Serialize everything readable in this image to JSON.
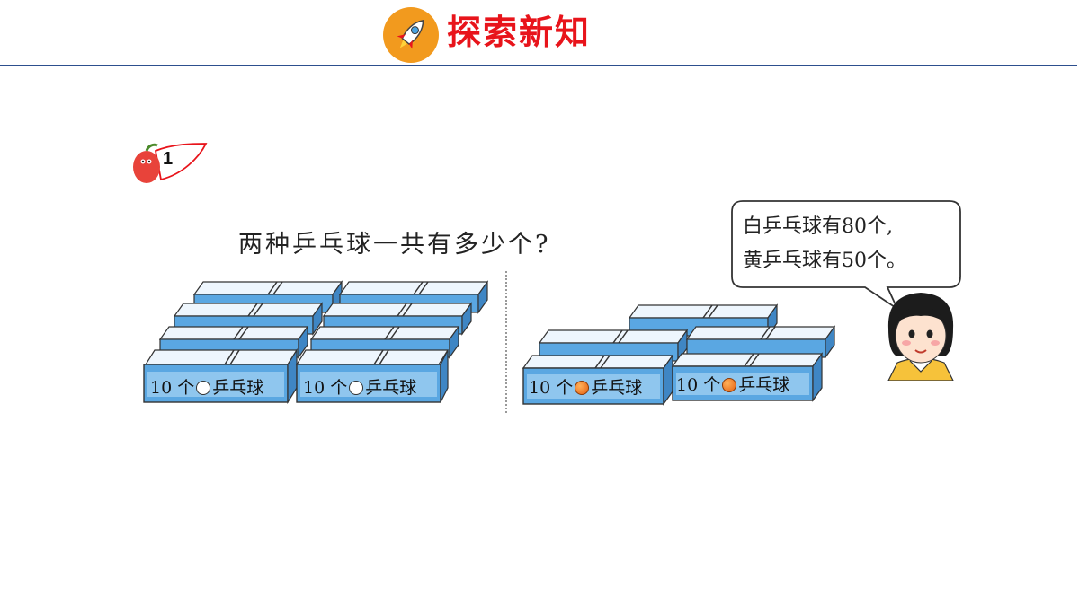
{
  "header": {
    "title": "探索新知"
  },
  "step": {
    "number": "1"
  },
  "question": "两种乒乓球一共有多少个?",
  "speech_bubble": {
    "line1": "白乒乓球有80个,",
    "line2": "黄乒乓球有50个。"
  },
  "boxes": {
    "white_group_count": 8,
    "yellow_group_count": 5,
    "label_count": "10 个",
    "label_name": "乒乓球"
  },
  "colors": {
    "title": "#e8141b",
    "rule": "#2d4f8e",
    "box": "#5aa7e2",
    "badge": "#f29a1e"
  }
}
